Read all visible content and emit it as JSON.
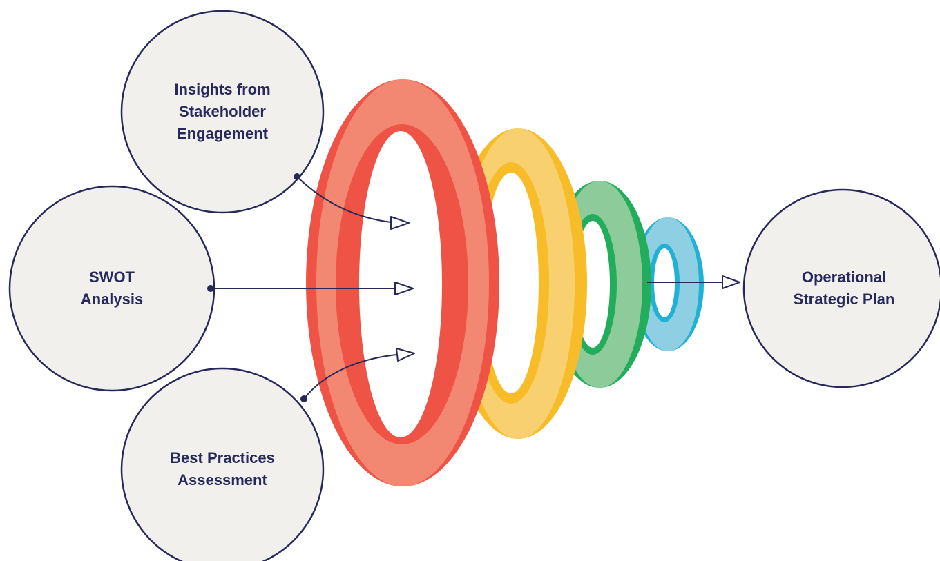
{
  "inputs": [
    {
      "id": "stakeholder",
      "text": "Insights from\nStakeholder\nEngagement"
    },
    {
      "id": "swot",
      "text": "SWOT\nAnalysis"
    },
    {
      "id": "best",
      "text": "Best Practices\nAssessment"
    }
  ],
  "output": {
    "text": "Operational\nStrategic Plan"
  },
  "colors": {
    "circle_fill": "#f1f0ec",
    "circle_stroke": "#27285c",
    "text": "#27285c",
    "ring_red": "#ef5346",
    "ring_red_light": "#f38872",
    "ring_yellow": "#f7bc28",
    "ring_yellow_light": "#f9d06f",
    "ring_green": "#22ad5c",
    "ring_green_light": "#8ecb9b",
    "ring_blue": "#21b1d4",
    "ring_blue_light": "#8ecfe3"
  }
}
